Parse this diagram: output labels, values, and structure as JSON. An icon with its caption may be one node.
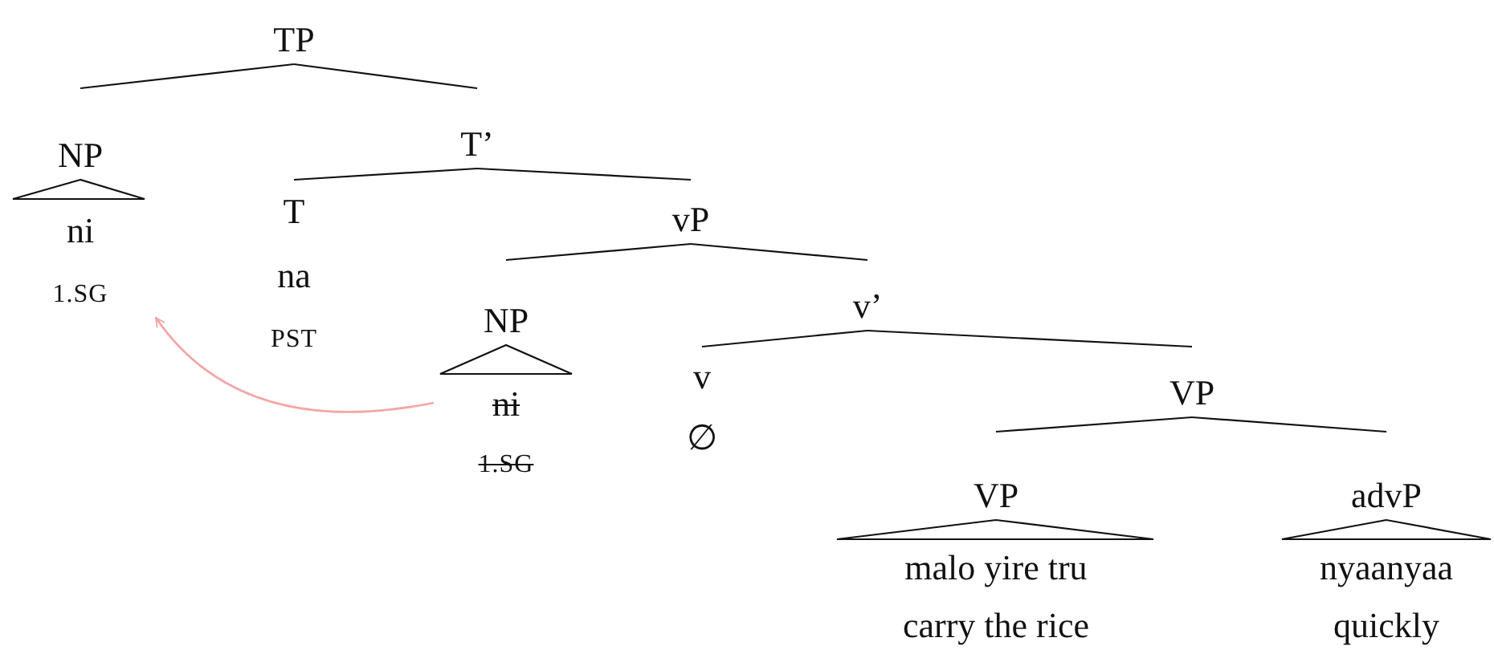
{
  "diagram": {
    "nodes": [
      {
        "text": [
          "TP"
        ]
      },
      {
        "text": [
          "NP"
        ]
      },
      {
        "text": [
          "ni",
          "1.SG"
        ]
      },
      {
        "text": [
          "T’"
        ]
      },
      {
        "text": [
          "T",
          "na",
          "PST"
        ]
      },
      {
        "text": [
          "vP"
        ]
      },
      {
        "text": [
          "NP"
        ]
      },
      {
        "text": [
          "ni",
          "1.SG"
        ]
      },
      {
        "text": [
          "v’"
        ]
      },
      {
        "text": [
          "v",
          "∅"
        ]
      },
      {
        "text": [
          "VP"
        ]
      },
      {
        "text": [
          "VP"
        ]
      },
      {
        "text": [
          "malo yire tru",
          "carry the rice"
        ]
      },
      {
        "text": [
          "advP"
        ]
      },
      {
        "text": [
          "nyaanyaa",
          "quickly"
        ]
      }
    ],
    "edges": [
      {
        "from": 0,
        "to": 1,
        "arrow": "none"
      },
      {
        "from": 0,
        "to": 3,
        "arrow": "none"
      },
      {
        "from": 1,
        "to": 2,
        "arrow": "none"
      },
      {
        "from": 3,
        "to": 4,
        "arrow": "none"
      },
      {
        "from": 3,
        "to": 5,
        "arrow": "none"
      },
      {
        "from": 5,
        "to": 6,
        "arrow": "none"
      },
      {
        "from": 5,
        "to": 8,
        "arrow": "none"
      },
      {
        "from": 6,
        "to": 7,
        "arrow": "none"
      },
      {
        "from": 8,
        "to": 9,
        "arrow": "none"
      },
      {
        "from": 8,
        "to": 10,
        "arrow": "none"
      },
      {
        "from": 10,
        "to": 11,
        "arrow": "none"
      },
      {
        "from": 10,
        "to": 13,
        "arrow": "none"
      },
      {
        "from": 11,
        "to": 12,
        "arrow": "none"
      },
      {
        "from": 13,
        "to": 14,
        "arrow": "none"
      },
      {
        "from": 7,
        "to": 2,
        "arrow": "to",
        "color": "#f4a6a6"
      }
    ]
  }
}
